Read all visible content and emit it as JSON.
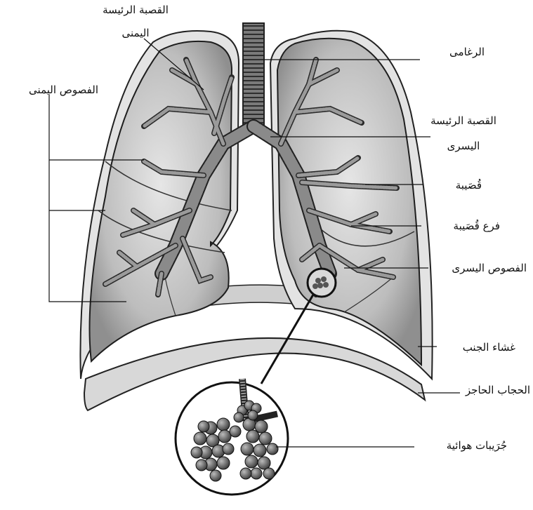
{
  "labels": {
    "right_main_bronchus": "القصبة الرئيسة اليمنى",
    "right_main_bronchus_line1": "القصبة الرئيسة",
    "right_main_bronchus_line2": "اليمنى",
    "trachea": "الرغامى",
    "right_lobes": "الفصوص اليمنى",
    "left_main_bronchus_line1": "القصبة الرئيسة",
    "left_main_bronchus_line2": "اليسرى",
    "bronchiole": "قُصَيبة",
    "bronchiole_branch": "فرع قُصَيبة",
    "left_lobes": "الفصوص اليسرى",
    "pleura": "غشاء الجنب",
    "diaphragm": "الحجاب الحاجز",
    "alveoli": "جُرَيبات هوائية"
  }
}
